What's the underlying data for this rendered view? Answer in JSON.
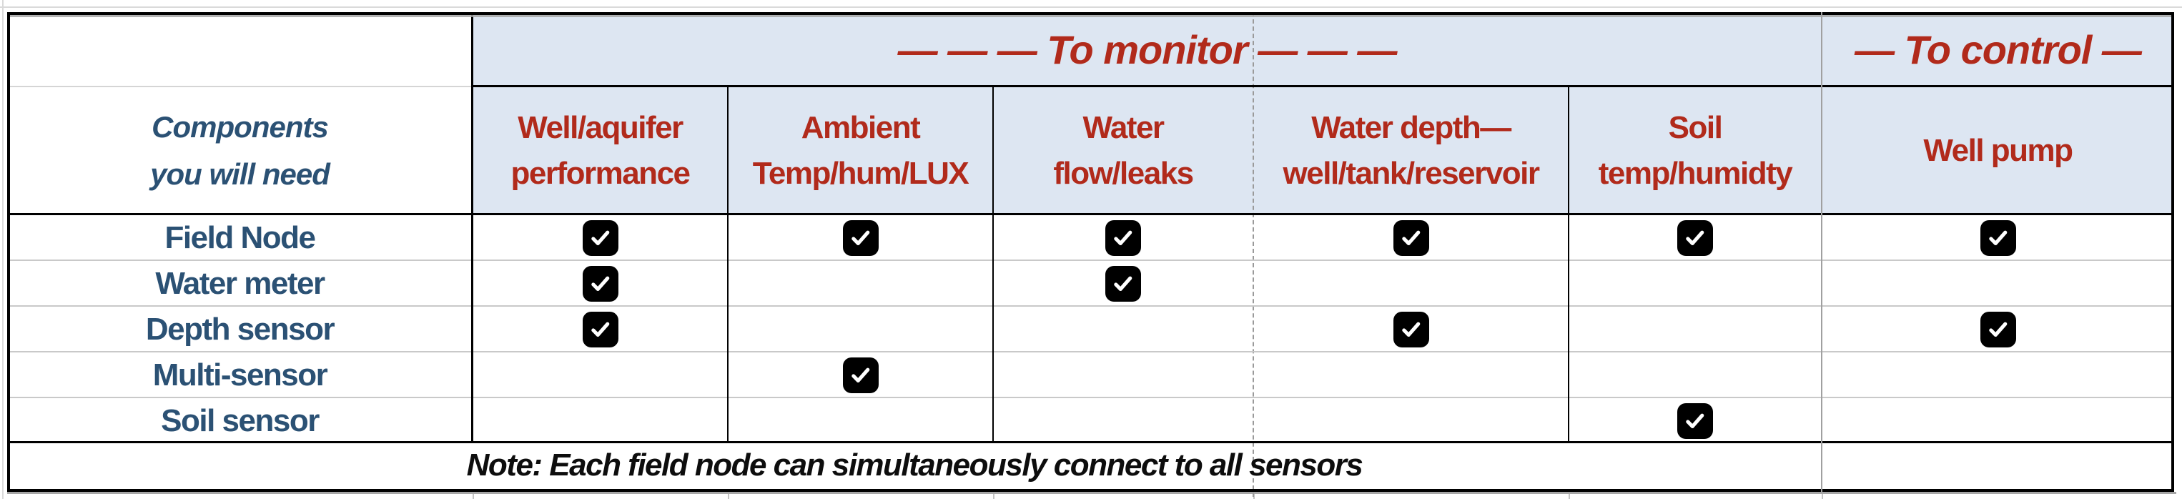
{
  "colors": {
    "header_background": "#dde6f2",
    "accent_red": "#b12a1b",
    "accent_blue": "#2b5174",
    "grid_gray": "#c9c9c9",
    "section_divider_gray": "#a0a0a0",
    "border_black": "#000000",
    "checkbox_black": "#000000"
  },
  "table": {
    "band_monitor": "— — — To monitor — — —",
    "band_control": "— To control —",
    "corner_lines": [
      "Components",
      "you will need"
    ],
    "column_headers": [
      [
        "Well/aquifer",
        "performance"
      ],
      [
        "Ambient",
        "Temp/hum/LUX"
      ],
      [
        "Water",
        "flow/leaks"
      ],
      [
        "Water depth—",
        "well/tank/reservoir"
      ],
      [
        "Soil",
        "temp/humidty"
      ],
      [
        "Well pump"
      ]
    ],
    "rows": [
      {
        "label": "Field Node",
        "checks": [
          1,
          1,
          1,
          1,
          1,
          1
        ]
      },
      {
        "label": "Water meter",
        "checks": [
          1,
          0,
          1,
          0,
          0,
          0
        ]
      },
      {
        "label": "Depth sensor",
        "checks": [
          1,
          0,
          0,
          1,
          0,
          1
        ]
      },
      {
        "label": "Multi-sensor",
        "checks": [
          0,
          1,
          0,
          0,
          0,
          0
        ]
      },
      {
        "label": "Soil sensor",
        "checks": [
          0,
          0,
          0,
          0,
          1,
          0
        ]
      }
    ],
    "note": "Note: Each field node can simultaneously connect to all sensors",
    "checkbox_icon": "checked-checkbox"
  }
}
